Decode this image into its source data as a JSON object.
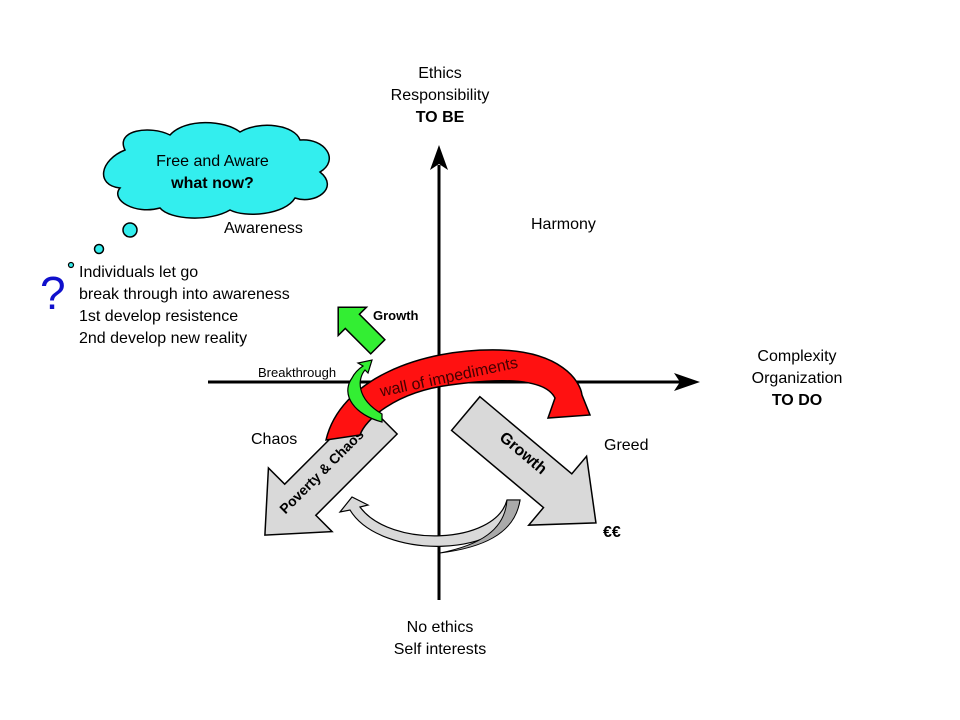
{
  "axes": {
    "top": {
      "line1": "Ethics",
      "line2": "Responsibility",
      "line3": "TO BE"
    },
    "right": {
      "line1": "Complexity",
      "line2": "Organization",
      "line3": "TO DO"
    },
    "bottom": {
      "line1": "No ethics",
      "line2": "Self interests"
    }
  },
  "quadrants": {
    "top_left": "Awareness",
    "top_right": "Harmony",
    "bottom_left": "Chaos",
    "bottom_right": "Greed"
  },
  "thought_cloud": {
    "line1": "Free and Aware",
    "line2": "what now?",
    "fill_color": "#33EEEE"
  },
  "question_mark": {
    "text": "?",
    "color": "#1010CC"
  },
  "notes": [
    "Individuals let go",
    "break through into awareness",
    "1st develop resistence",
    "2nd develop new reality"
  ],
  "arrows": {
    "growth_up": {
      "label": "Growth",
      "color": "#33EE33"
    },
    "breakthrough": {
      "label": "Breakthrough",
      "color": "#33EE33"
    },
    "wall": {
      "label": "wall of impediments",
      "color": "#FF1111"
    },
    "growth_down": {
      "label": "Growth",
      "color": "#D9D9D9"
    },
    "poverty": {
      "label": "Poverty & Chaos",
      "color": "#D9D9D9"
    },
    "cycle_color": "#D9D9D9"
  },
  "money": "€€"
}
